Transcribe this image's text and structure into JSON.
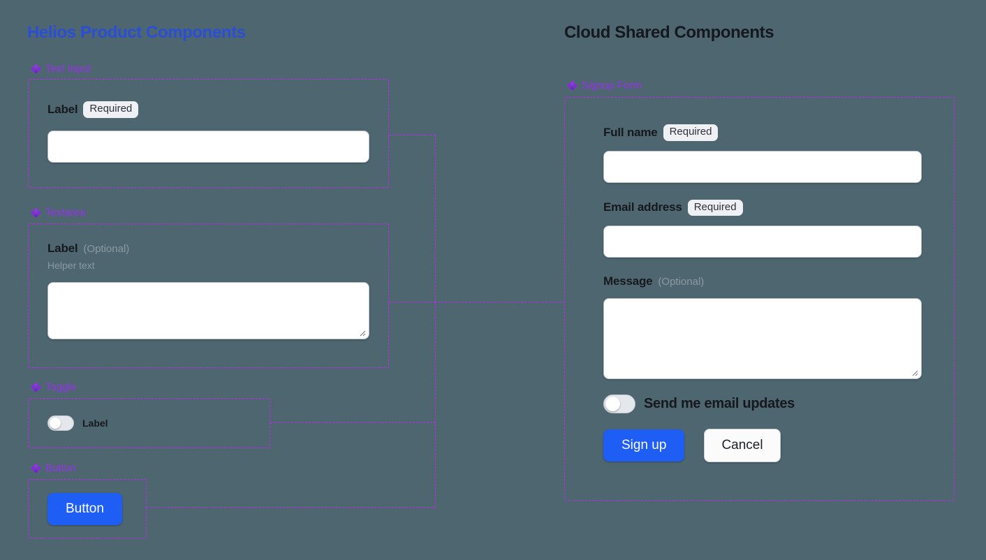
{
  "background_color": "#4d6670",
  "accent_colors": {
    "left_title": "#2a4ed6",
    "right_title": "#15181f",
    "section_caption": "#9b2ef2",
    "dashed_outline": "#c026f5",
    "primary_button": "#1f5ef5",
    "badge_background": "#eef0f3"
  },
  "left_panel": {
    "title": "Helios Product Components",
    "sections": [
      {
        "caption": "Text Input",
        "icon": "diamond-cluster-icon",
        "field": {
          "label": "Label",
          "badge": "Required",
          "badge_kind": "required"
        }
      },
      {
        "caption": "Textarea",
        "icon": "diamond-cluster-icon",
        "field": {
          "label": "Label",
          "badge": "(Optional)",
          "badge_kind": "optional",
          "helper": "Helper text"
        }
      },
      {
        "caption": "Toggle",
        "icon": "diamond-cluster-icon",
        "toggle": {
          "label": "Label",
          "state": "off"
        }
      },
      {
        "caption": "Button",
        "icon": "diamond-cluster-icon",
        "button": {
          "label": "Button"
        }
      }
    ]
  },
  "right_panel": {
    "title": "Cloud Shared Components",
    "section": {
      "caption": "Signup Form",
      "icon": "diamond-cluster-icon"
    },
    "form": {
      "fields": [
        {
          "label": "Full name",
          "badge": "Required",
          "badge_kind": "required",
          "value": "",
          "placeholder": ""
        },
        {
          "label": "Email address",
          "badge": "Required",
          "badge_kind": "required",
          "value": "",
          "placeholder": ""
        },
        {
          "label": "Message",
          "badge": "(Optional)",
          "badge_kind": "optional",
          "value": "",
          "placeholder": ""
        }
      ],
      "toggle": {
        "label": "Send me email updates",
        "state": "off"
      },
      "submit_label": "Sign up",
      "cancel_label": "Cancel"
    }
  }
}
